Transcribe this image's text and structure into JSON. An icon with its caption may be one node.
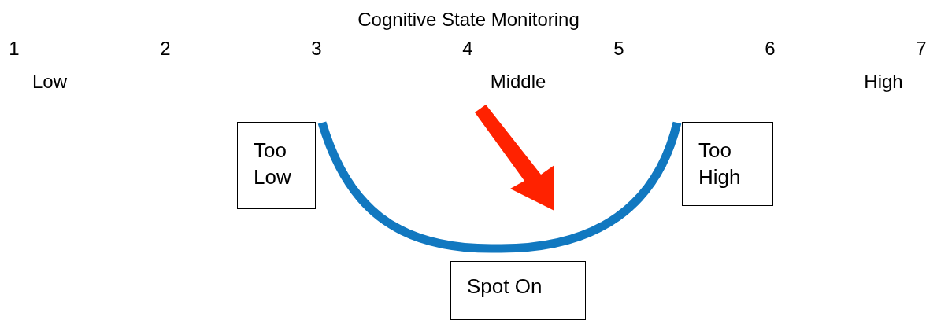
{
  "diagram": {
    "title": "Cognitive State Monitoring",
    "nodes": [
      {
        "text": [
          "Too Low"
        ]
      },
      {
        "text": [
          "Too High"
        ]
      },
      {
        "text": [
          "Spot On"
        ]
      }
    ],
    "labels": [
      "1",
      "2",
      "3",
      "4",
      "5",
      "6",
      "7",
      "Low",
      "Middle",
      "High"
    ]
  }
}
